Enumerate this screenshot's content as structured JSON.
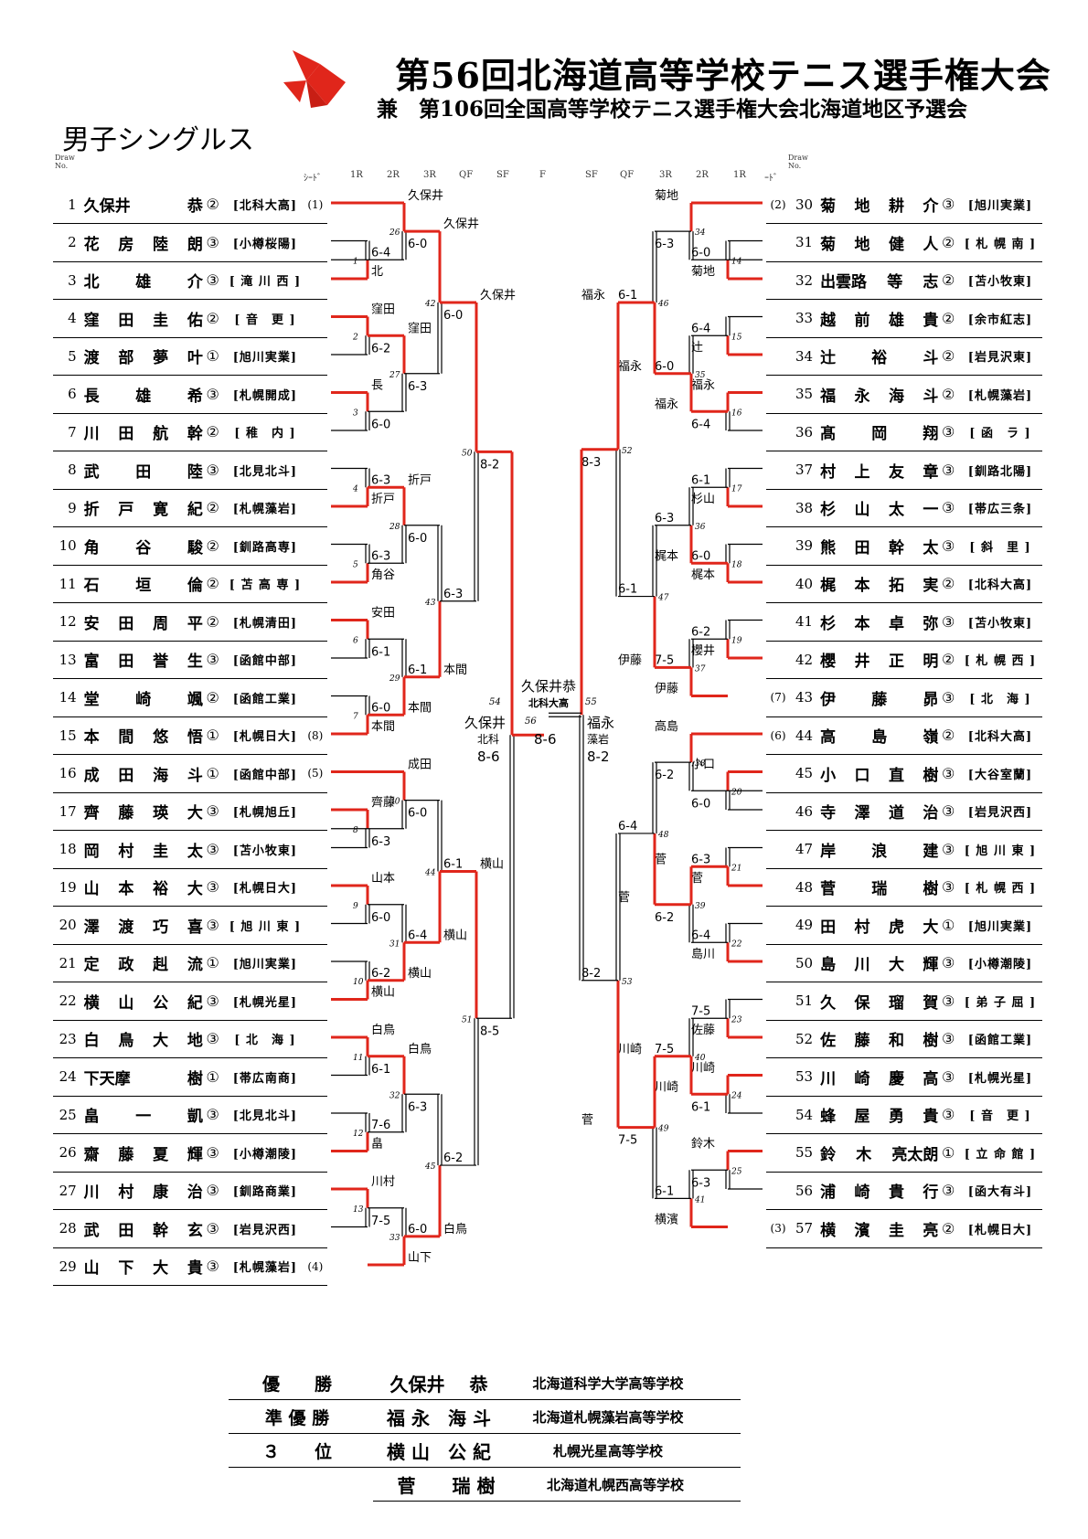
{
  "title": "第56回北海道高等学校テニス選手権大会",
  "subtitle": "兼　第106回全国高等学校テニス選手権大会北海道地区予選会",
  "category": "男子シングルス",
  "headers": {
    "draw": "Draw",
    "no": "No.",
    "seed": "ｼｰﾄﾞ",
    "seed_right": "ｰﾄﾞ",
    "r1": "1R",
    "r2": "2R",
    "r3": "3R",
    "qf": "QF",
    "sf": "SF",
    "f": "F"
  },
  "left_players": [
    {
      "no": "1",
      "name": "久保井　　恭",
      "grade": "②",
      "school": "[北科大高]",
      "seed": "(1)"
    },
    {
      "no": "2",
      "name": "花 房 陸 朗",
      "grade": "③",
      "school": "[小樽桜陽]",
      "seed": ""
    },
    {
      "no": "3",
      "name": "北 雄 介",
      "grade": "③",
      "school": "[ 滝 川 西 ]",
      "seed": ""
    },
    {
      "no": "4",
      "name": "窪 田 圭 佑",
      "grade": "②",
      "school": "[ 音　更 ]",
      "seed": ""
    },
    {
      "no": "5",
      "name": "渡 部 夢 叶",
      "grade": "①",
      "school": "[旭川実業]",
      "seed": ""
    },
    {
      "no": "6",
      "name": "長 雄 希",
      "grade": "③",
      "school": "[札幌開成]",
      "seed": ""
    },
    {
      "no": "7",
      "name": "川 田 航 幹",
      "grade": "②",
      "school": "[ 稚　内 ]",
      "seed": ""
    },
    {
      "no": "8",
      "name": "武 田 陸",
      "grade": "③",
      "school": "[北見北斗]",
      "seed": ""
    },
    {
      "no": "9",
      "name": "折 戸 寛 紀",
      "grade": "②",
      "school": "[札幌藻岩]",
      "seed": ""
    },
    {
      "no": "10",
      "name": "角 谷 駿",
      "grade": "②",
      "school": "[釧路高専]",
      "seed": ""
    },
    {
      "no": "11",
      "name": "石 垣 倫",
      "grade": "②",
      "school": "[ 苫 高 専 ]",
      "seed": ""
    },
    {
      "no": "12",
      "name": "安 田 周 平",
      "grade": "②",
      "school": "[札幌清田]",
      "seed": ""
    },
    {
      "no": "13",
      "name": "富 田 誉 生",
      "grade": "③",
      "school": "[函館中部]",
      "seed": ""
    },
    {
      "no": "14",
      "name": "堂 崎 颯",
      "grade": "②",
      "school": "[函館工業]",
      "seed": ""
    },
    {
      "no": "15",
      "name": "本 間 悠 悟",
      "grade": "①",
      "school": "[札幌日大]",
      "seed": "(8)"
    },
    {
      "no": "16",
      "name": "成 田 海 斗",
      "grade": "①",
      "school": "[函館中部]",
      "seed": "(5)"
    },
    {
      "no": "17",
      "name": "齊 藤 瑛 大",
      "grade": "③",
      "school": "[札幌旭丘]",
      "seed": ""
    },
    {
      "no": "18",
      "name": "岡 村 圭 太",
      "grade": "③",
      "school": "[苫小牧東]",
      "seed": ""
    },
    {
      "no": "19",
      "name": "山 本 裕 大",
      "grade": "③",
      "school": "[札幌日大]",
      "seed": ""
    },
    {
      "no": "20",
      "name": "澤 渡 巧 喜",
      "grade": "③",
      "school": "[ 旭 川 東 ]",
      "seed": ""
    },
    {
      "no": "21",
      "name": "定 政 赳 流",
      "grade": "①",
      "school": "[旭川実業]",
      "seed": ""
    },
    {
      "no": "22",
      "name": "横 山 公 紀",
      "grade": "③",
      "school": "[札幌光星]",
      "seed": ""
    },
    {
      "no": "23",
      "name": "白 鳥 大 地",
      "grade": "③",
      "school": "[ 北　海 ]",
      "seed": ""
    },
    {
      "no": "24",
      "name": "下天摩　 樹",
      "grade": "①",
      "school": "[帯広南商]",
      "seed": ""
    },
    {
      "no": "25",
      "name": "畠 一 凱",
      "grade": "③",
      "school": "[北見北斗]",
      "seed": ""
    },
    {
      "no": "26",
      "name": "齋 藤 夏 輝",
      "grade": "③",
      "school": "[小樽潮陵]",
      "seed": ""
    },
    {
      "no": "27",
      "name": "川 村 康 治",
      "grade": "③",
      "school": "[釧路商業]",
      "seed": ""
    },
    {
      "no": "28",
      "name": "武 田 幹 玄",
      "grade": "③",
      "school": "[岩見沢西]",
      "seed": ""
    },
    {
      "no": "29",
      "name": "山 下 大 貴",
      "grade": "③",
      "school": "[札幌藻岩]",
      "seed": "(4)"
    }
  ],
  "right_players": [
    {
      "no": "30",
      "name": "菊 地 耕 介",
      "grade": "③",
      "school": "[旭川実業]",
      "seed": "(2)"
    },
    {
      "no": "31",
      "name": "菊 地 健 人",
      "grade": "②",
      "school": "[ 札 幌 南 ]",
      "seed": ""
    },
    {
      "no": "32",
      "name": "出雲路 等 志",
      "grade": "②",
      "school": "[苫小牧東]",
      "seed": ""
    },
    {
      "no": "33",
      "name": "越 前 雄 貴",
      "grade": "②",
      "school": "[余市紅志]",
      "seed": ""
    },
    {
      "no": "34",
      "name": "辻 裕 斗",
      "grade": "②",
      "school": "[岩見沢東]",
      "seed": ""
    },
    {
      "no": "35",
      "name": "福 永 海 斗",
      "grade": "②",
      "school": "[札幌藻岩]",
      "seed": ""
    },
    {
      "no": "36",
      "name": "髙 岡 翔",
      "grade": "③",
      "school": "[ 函　ラ ]",
      "seed": ""
    },
    {
      "no": "37",
      "name": "村 上 友 章",
      "grade": "③",
      "school": "[釧路北陽]",
      "seed": ""
    },
    {
      "no": "38",
      "name": "杉 山 太 一",
      "grade": "③",
      "school": "[帯広三条]",
      "seed": ""
    },
    {
      "no": "39",
      "name": "熊 田 幹 太",
      "grade": "③",
      "school": "[ 斜　里 ]",
      "seed": ""
    },
    {
      "no": "40",
      "name": "梶 本 拓 実",
      "grade": "②",
      "school": "[北科大高]",
      "seed": ""
    },
    {
      "no": "41",
      "name": "杉 本 卓 弥",
      "grade": "③",
      "school": "[苫小牧東]",
      "seed": ""
    },
    {
      "no": "42",
      "name": "櫻 井 正 明",
      "grade": "②",
      "school": "[ 札 幌 西 ]",
      "seed": ""
    },
    {
      "no": "43",
      "name": "伊 藤 昴",
      "grade": "③",
      "school": "[ 北　海 ]",
      "seed": "(7)"
    },
    {
      "no": "44",
      "name": "高 島 嶺",
      "grade": "②",
      "school": "[北科大高]",
      "seed": "(6)"
    },
    {
      "no": "45",
      "name": "小 口 直 樹",
      "grade": "③",
      "school": "[大谷室蘭]",
      "seed": ""
    },
    {
      "no": "46",
      "name": "寺 澤 道 治",
      "grade": "③",
      "school": "[岩見沢西]",
      "seed": ""
    },
    {
      "no": "47",
      "name": "岸 浪 建",
      "grade": "③",
      "school": "[ 旭 川 東 ]",
      "seed": ""
    },
    {
      "no": "48",
      "name": "菅 瑞 樹",
      "grade": "③",
      "school": "[ 札 幌 西 ]",
      "seed": ""
    },
    {
      "no": "49",
      "name": "田 村 虎 大",
      "grade": "①",
      "school": "[旭川実業]",
      "seed": ""
    },
    {
      "no": "50",
      "name": "島 川 大 輝",
      "grade": "③",
      "school": "[小樽潮陵]",
      "seed": ""
    },
    {
      "no": "51",
      "name": "久 保 瑠 賀",
      "grade": "③",
      "school": "[ 弟 子 屈 ]",
      "seed": ""
    },
    {
      "no": "52",
      "name": "佐 藤 和 樹",
      "grade": "③",
      "school": "[函館工業]",
      "seed": ""
    },
    {
      "no": "53",
      "name": "川 崎 慶 高",
      "grade": "③",
      "school": "[札幌光星]",
      "seed": ""
    },
    {
      "no": "54",
      "name": "蜂 屋 勇 貴",
      "grade": "③",
      "school": "[ 音　更 ]",
      "seed": ""
    },
    {
      "no": "55",
      "name": "鈴 木 亮太朗",
      "grade": "①",
      "school": "[ 立 命 館 ]",
      "seed": ""
    },
    {
      "no": "56",
      "name": "浦 崎 貴 行",
      "grade": "③",
      "school": "[函大有斗]",
      "seed": ""
    },
    {
      "no": "57",
      "name": "横 濱 圭 亮",
      "grade": "②",
      "school": "[札幌日大]",
      "seed": "(3)"
    }
  ],
  "final": {
    "winner": "久保井恭",
    "winner_school": "北科大高",
    "match_no": "56",
    "score": "8-6",
    "left_finalist": "久保井",
    "left_school": "北科",
    "left_score": "8-6",
    "right_finalist": "福永",
    "right_school": "藻岩",
    "right_score": "8-2",
    "left_match_no": "54",
    "right_match_no": "55"
  },
  "results": [
    {
      "rank": "優　　勝",
      "name": "久保井　 恭",
      "school": "北海道科学大学高等学校"
    },
    {
      "rank": "準 優 勝",
      "name": "福 永　海 斗",
      "school": "北海道札幌藻岩高等学校"
    },
    {
      "rank": "３　　位",
      "name": "横 山　公 紀",
      "school": "札幌光星高等学校"
    },
    {
      "rank": "",
      "name": "菅　　瑞 樹",
      "school": "北海道札幌西高等学校"
    }
  ],
  "colors": {
    "accent": "#e0261b",
    "line": "#000000"
  }
}
